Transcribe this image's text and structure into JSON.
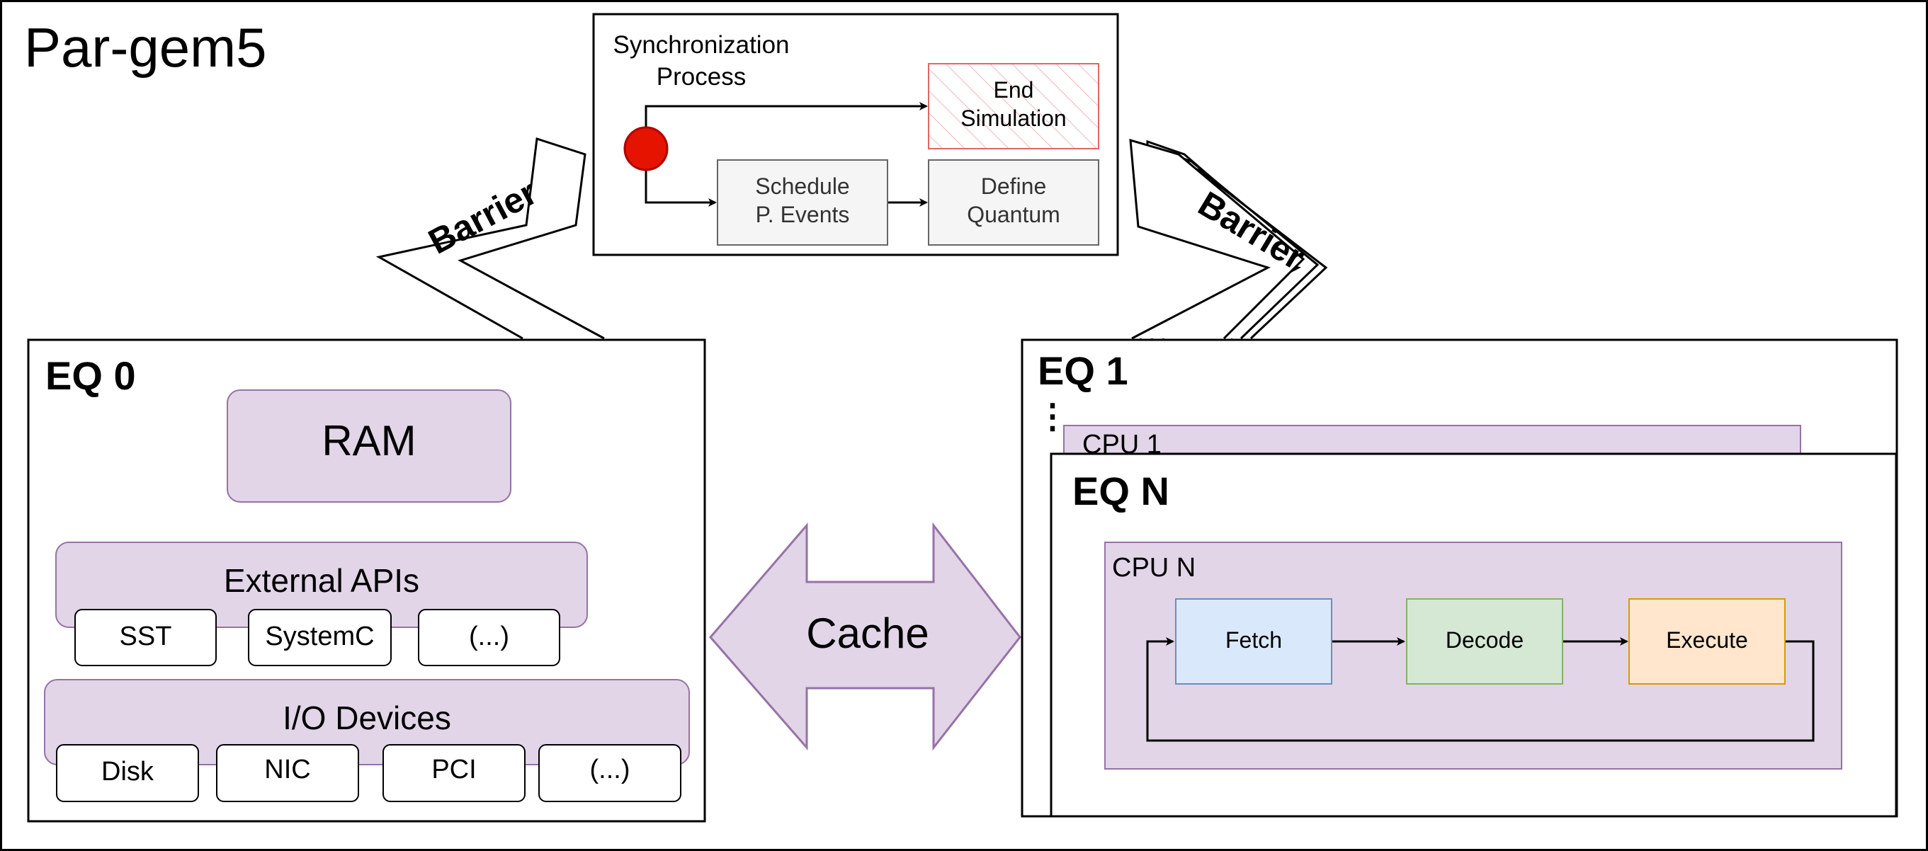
{
  "title": "Par-gem5",
  "sync": {
    "title_line1": "Synchronization",
    "title_line2": "Process",
    "end_line1": "End",
    "end_line2": "Simulation",
    "schedule_line1": "Schedule",
    "schedule_line2": "P. Events",
    "define_line1": "Define",
    "define_line2": "Quantum"
  },
  "barrier_left": "Barrier",
  "barrier_right": "Barrier",
  "eq0": {
    "title": "EQ 0",
    "ram": "RAM",
    "external_apis": "External APIs",
    "api_items": [
      "SST",
      "SystemC",
      "(...)"
    ],
    "io_devices": "I/O Devices",
    "io_items": [
      "Disk",
      "NIC",
      "PCI",
      "(...)"
    ]
  },
  "cache": "Cache",
  "eq1": {
    "title": "EQ 1",
    "ellipsis": "⋮",
    "cpu": "CPU 1"
  },
  "eqn": {
    "title": "EQ N",
    "cpu": "CPU N",
    "fetch": "Fetch",
    "decode": "Decode",
    "execute": "Execute"
  },
  "colors": {
    "purple_fill": "#e1d5e7",
    "purple_stroke": "#9673a6",
    "red_dot": "#e51400",
    "gray_fill": "#f5f5f5",
    "fetch_fill": "#dae8fc",
    "fetch_stroke": "#6c8ebf",
    "decode_fill": "#d5e8d4",
    "decode_stroke": "#82b366",
    "execute_fill": "#ffe6cc",
    "execute_stroke": "#d79b00",
    "end_sim_stroke": "#e06666"
  }
}
